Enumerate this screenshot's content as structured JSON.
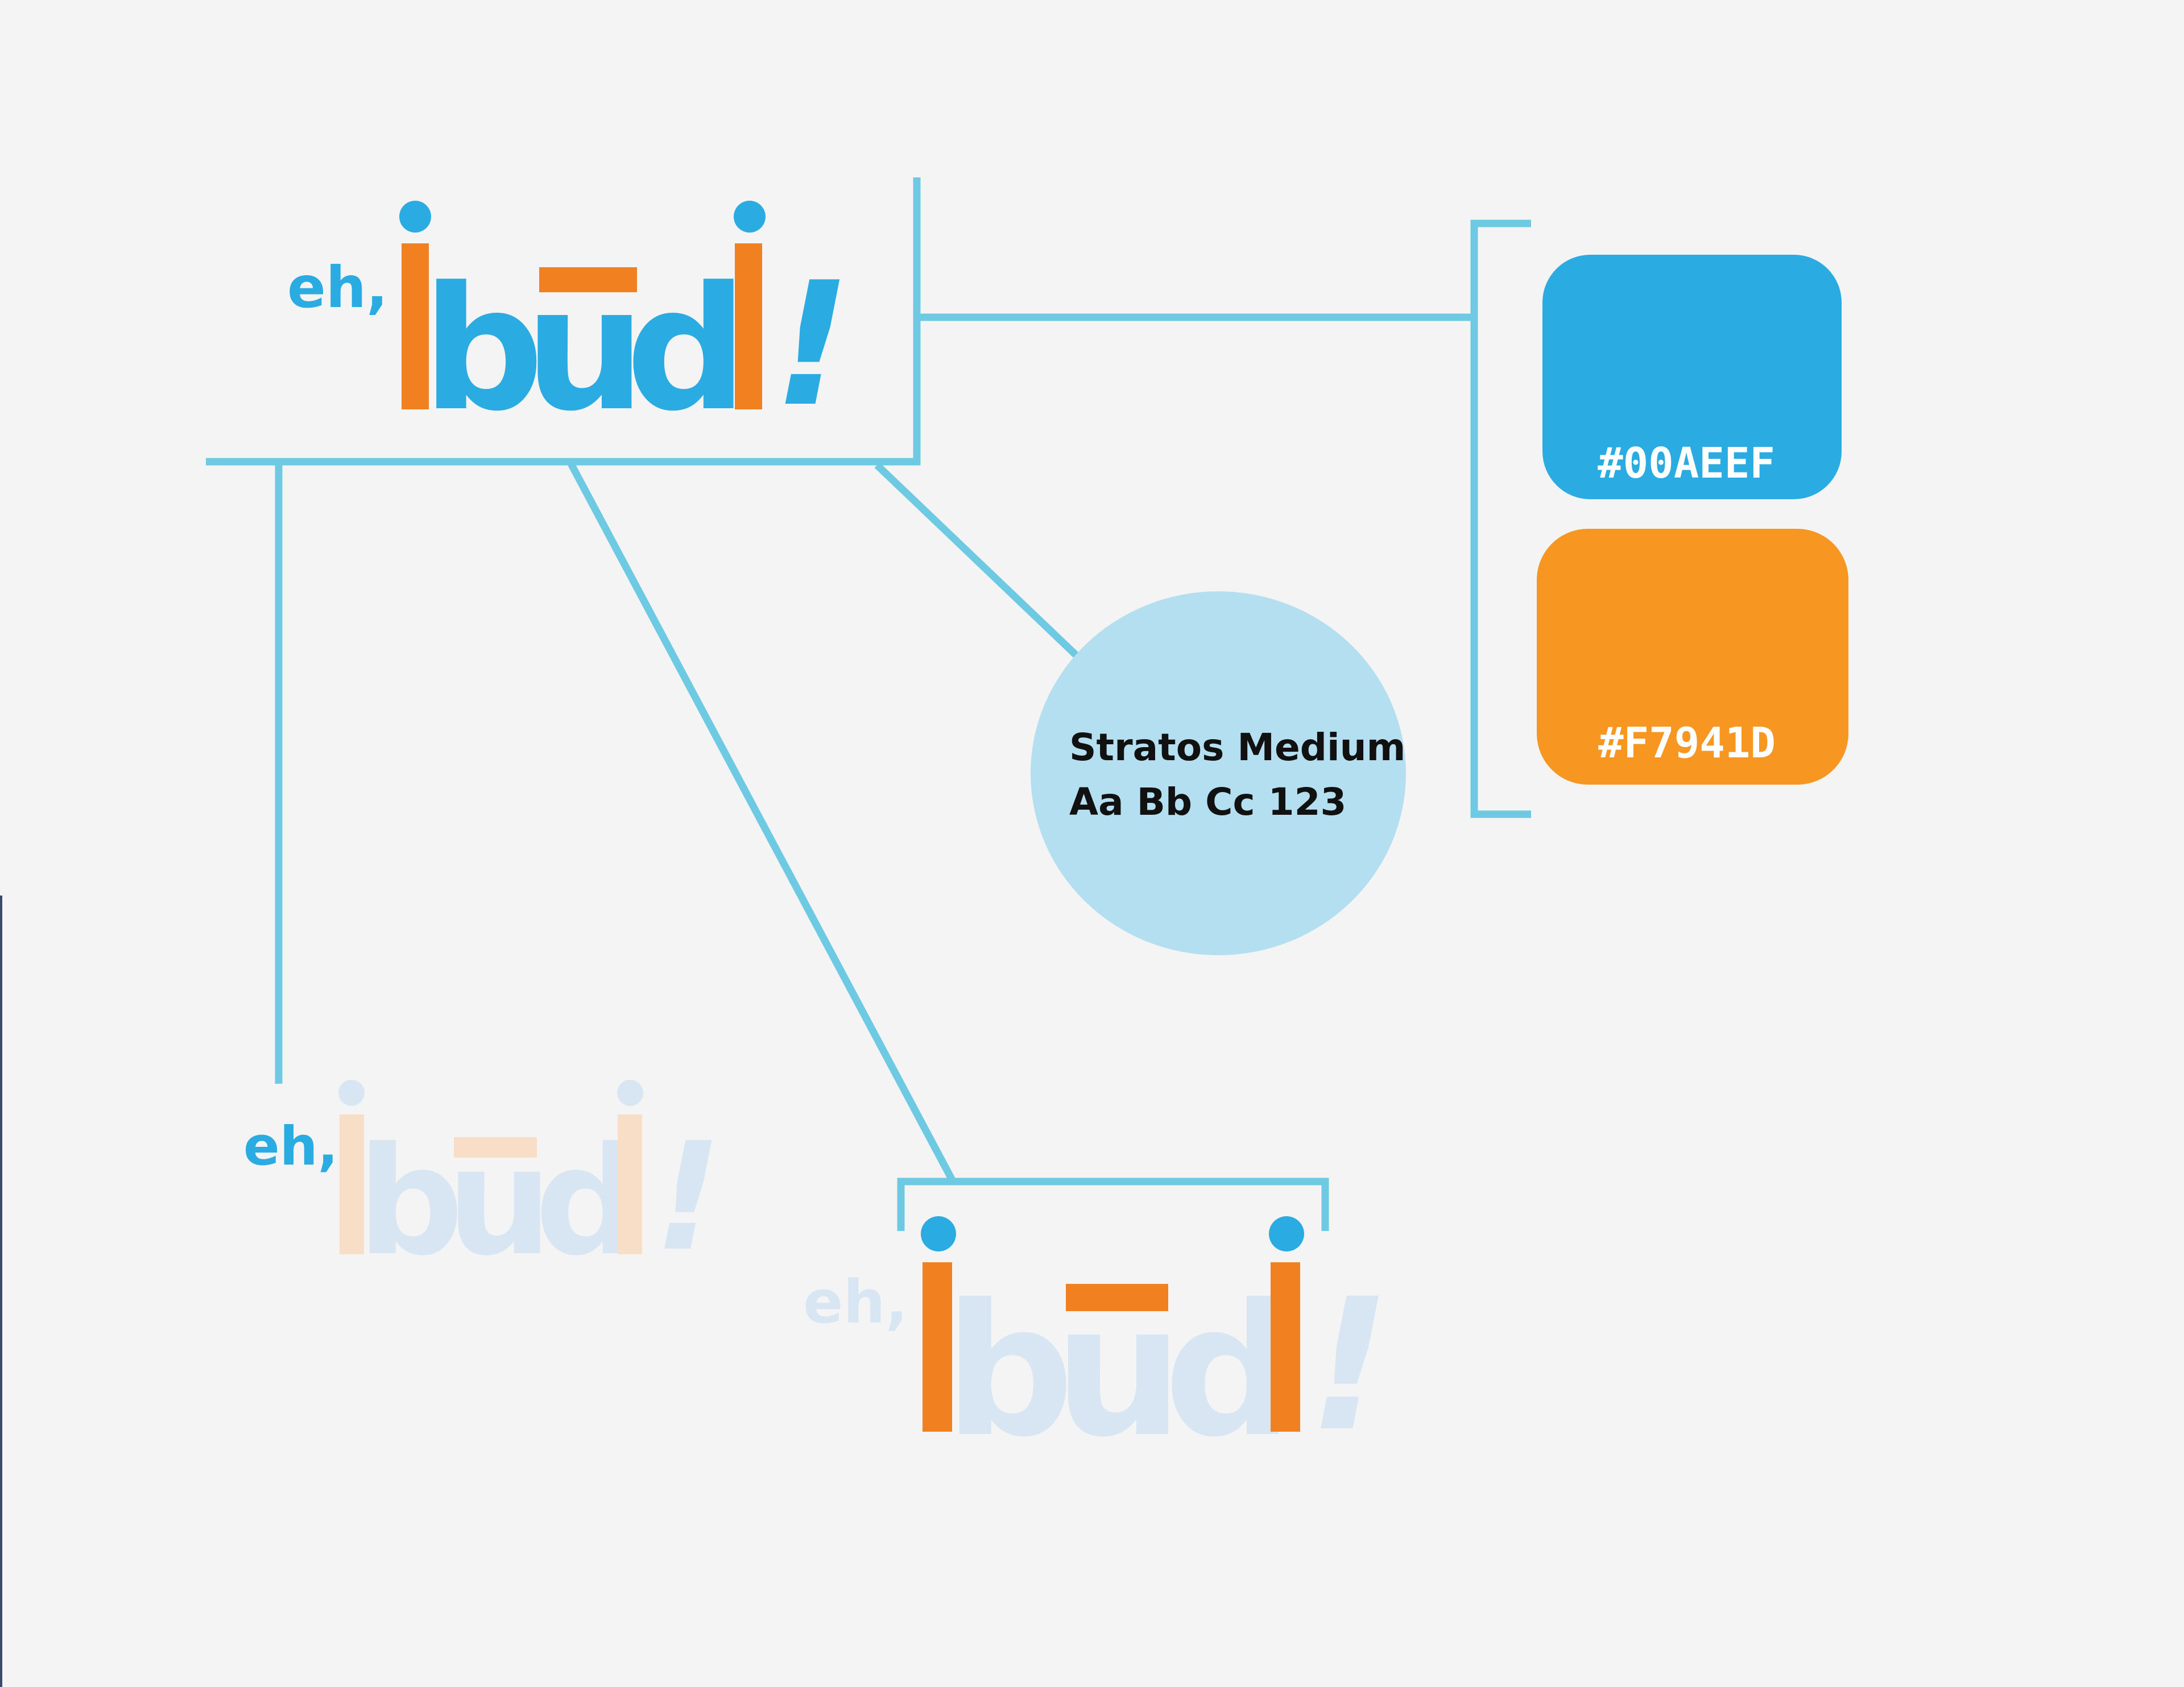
{
  "colors": {
    "background": "#f4f4f4",
    "connector": "#6ecae3",
    "blue": "#2aabe1",
    "orange": "#f08020",
    "swatch_orange": "#f79620",
    "font_circle": "#b3dff0",
    "pale_blue": "#d8e6f4",
    "pale_orange": "#f8ddc7"
  },
  "logo": {
    "prefix": "eh,",
    "letters": [
      "b",
      "u",
      "d"
    ],
    "exclamation": "!"
  },
  "swatches": [
    {
      "label": "#00AEEF",
      "hex": "#2aabe1"
    },
    {
      "label": "#F7941D",
      "hex": "#f79620"
    }
  ],
  "font_sample": {
    "name": "Stratos Medium",
    "sample": "Aa Bb Cc 123"
  }
}
